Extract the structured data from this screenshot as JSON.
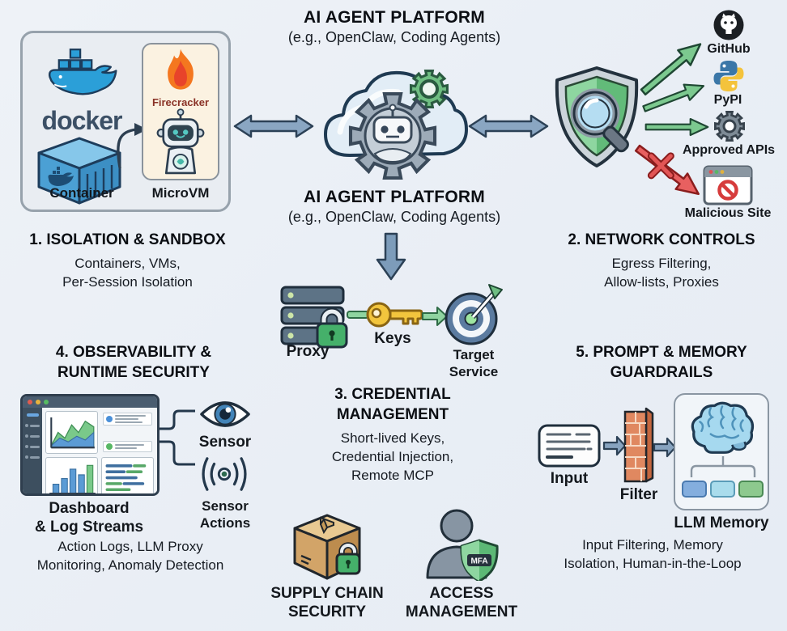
{
  "canvas": {
    "bg": "#edf1f6"
  },
  "colors": {
    "steel_arrow": "#8aa6c2",
    "green_arrow": "#7cc98f",
    "red_arrow": "#e86060",
    "shield_green": "#62bb79",
    "docker_blue": "#2b9fd8",
    "firecracker_orange": "#f4771f",
    "lock_green": "#45b06a",
    "key_yellow": "#f2c53d"
  },
  "icons": {
    "docker-whale-icon": "whale carrying containers",
    "container-cube-icon": "3d shipping container cube",
    "flame-icon": "firecracker flame",
    "robot-icon": "friendly robot",
    "cloud-gear-robot-icon": "cloud with robot gear",
    "shield-magnifier-icon": "green shield with magnifying glass",
    "github-icon": "octocat in dark circle",
    "pypi-icon": "python two-snake logo",
    "gear-icon": "api gear",
    "malicious-site-icon": "browser window with no-entry sign",
    "server-stack-icon": "proxy server stack",
    "padlock-icon": "green padlock",
    "key-icon": "gold key",
    "target-icon": "bullseye with dart",
    "eye-icon": "sensor eye",
    "signal-icon": "radiating sensor waves",
    "package-box-icon": "taped parcel with padlock",
    "person-icon": "user silhouette",
    "mfa-shield-icon": "green MFA shield",
    "input-card-icon": "text input card",
    "brick-wall-icon": "firewall brick wall",
    "brain-icon": "LLM brain"
  },
  "platform_top": {
    "title": "AI AGENT PLATFORM",
    "subtitle": "(e.g., OpenClaw, Coding Agents)"
  },
  "platform_mid": {
    "title": "AI AGENT PLATFORM",
    "subtitle": "(e.g., OpenClaw, Coding Agents)"
  },
  "isolation": {
    "heading": "1. ISOLATION & SANDBOX",
    "line1": "Containers, VMs,",
    "line2": "Per-Session Isolation",
    "docker_wordmark": "docker",
    "container_label": "Container",
    "firecracker_label": "Firecracker",
    "microvm_label": "MicroVM"
  },
  "network": {
    "heading": "2. NETWORK CONTROLS",
    "line1": "Egress Filtering,",
    "line2": "Allow-lists, Proxies",
    "targets": [
      {
        "label": "GitHub"
      },
      {
        "label": "PyPI"
      },
      {
        "label": "Approved APIs"
      },
      {
        "label": "Malicious Site"
      }
    ]
  },
  "credential": {
    "heading_line1": "3. CREDENTIAL",
    "heading_line2": "MANAGEMENT",
    "line1": "Short-lived Keys,",
    "line2": "Credential Injection,",
    "line3": "Remote MCP",
    "proxy_label": "Proxy",
    "keys_label": "Keys",
    "target_line1": "Target",
    "target_line2": "Service"
  },
  "observability": {
    "heading_line1": "4. OBSERVABILITY &",
    "heading_line2": "RUNTIME SECURITY",
    "sensor_label": "Sensor",
    "sensor_actions_line1": "Sensor",
    "sensor_actions_line2": "Actions",
    "dashboard_line1": "Dashboard",
    "dashboard_line2": "& Log Streams",
    "line1": "Action Logs, LLM Proxy",
    "line2": "Monitoring, Anomaly Detection"
  },
  "supply_chain": {
    "line1": "SUPPLY CHAIN",
    "line2": "SECURITY"
  },
  "access": {
    "line1": "ACCESS",
    "line2": "MANAGEMENT",
    "mfa_label": "MFA"
  },
  "guardrails": {
    "heading_line1": "5. PROMPT & MEMORY",
    "heading_line2": "GUARDRAILS",
    "input_label": "Input",
    "filter_label": "Filter",
    "memory_label": "LLM Memory",
    "line1": "Input Filtering, Memory",
    "line2": "Isolation, Human-in-the-Loop"
  }
}
